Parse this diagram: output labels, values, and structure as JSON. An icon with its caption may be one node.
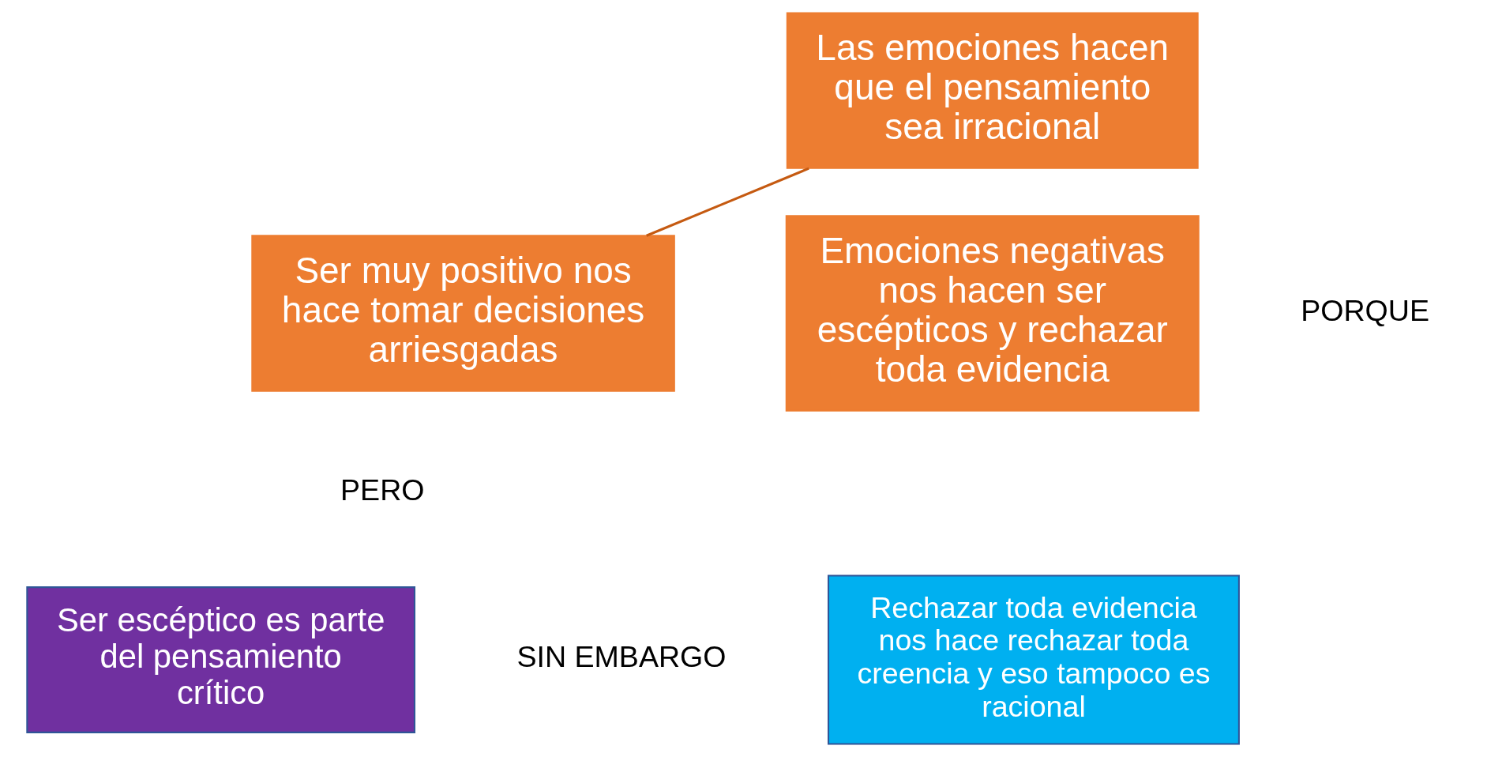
{
  "diagram": {
    "nodes": [
      {
        "text": [
          "Las emociones hacen que el pensamiento sea irracional"
        ]
      },
      {
        "text": [
          "Ser muy positivo nos hace tomar decisiones arriesgadas"
        ]
      },
      {
        "text": [
          "Emociones negativas nos hacen ser escépticos y rechazar toda evidencia"
        ]
      },
      {
        "text": [
          "Ser escéptico es parte del pensamiento crítico"
        ]
      },
      {
        "text": [
          "Rechazar toda evidencia nos hace rechazar toda creencia y eso tampoco es racional"
        ]
      }
    ],
    "edges": [
      {
        "from": 0,
        "to": 1,
        "arrow": "none"
      }
    ],
    "labels": [
      "PORQUE",
      "PERO",
      "SIN EMBARGO"
    ]
  }
}
